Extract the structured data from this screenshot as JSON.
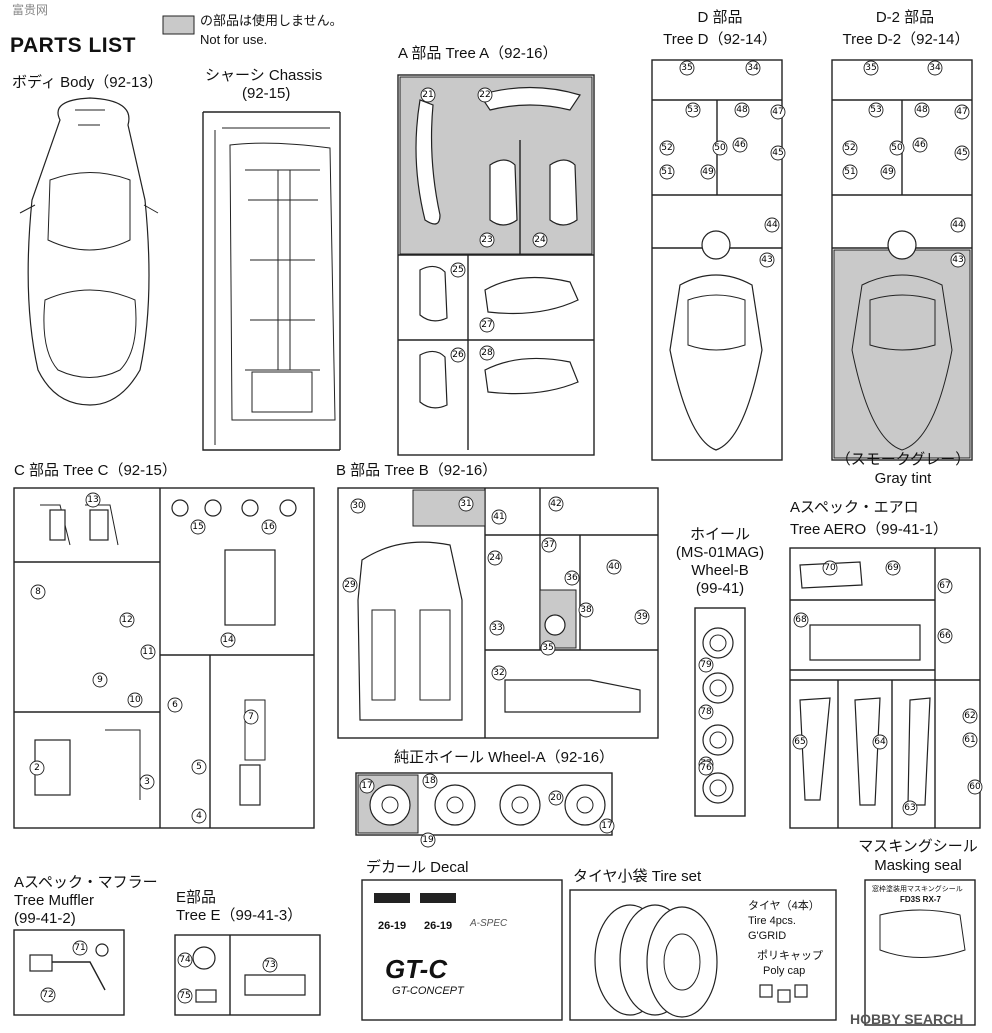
{
  "header": {
    "watermark": "富贵网",
    "parts_list": "PARTS LIST",
    "legend_jp": "の部品は使用しません。",
    "legend_en": "Not for use."
  },
  "sections": {
    "body": "ボディ Body（92-13）",
    "chassis_1": "シャーシ Chassis",
    "chassis_2": "(92-15)",
    "tree_a": "A 部品 Tree A（92-16）",
    "tree_d_1": "D 部品",
    "tree_d_2": "Tree D（92-14）",
    "tree_d2_1": "D-2 部品",
    "tree_d2_2": "Tree D-2（92-14）",
    "smoke_1": "（スモークグレー）",
    "smoke_2": "Gray tint",
    "tree_c": "C 部品 Tree C（92-15）",
    "tree_b": "B 部品 Tree B（92-16）",
    "wheel_b_1": "ホイール",
    "wheel_b_2": "(MS-01MAG)",
    "wheel_b_3": "Wheel-B",
    "wheel_b_4": "(99-41)",
    "aero_1": "Aスペック・エアロ",
    "aero_2": "Tree AERO（99-41-1）",
    "wheel_a": "純正ホイール Wheel-A（92-16）",
    "muffler_1": "Aスペック・マフラー",
    "muffler_2": "Tree Muffler",
    "muffler_3": "(99-41-2)",
    "tree_e_1": "E部品",
    "tree_e_2": "Tree E（99-41-3）",
    "decal": "デカール Decal",
    "tire_set": "タイヤ小袋 Tire set",
    "tire_1": "タイヤ（4本）",
    "tire_2": "Tire 4pcs.",
    "tire_3": "G'GRID",
    "polycap_1": "ポリキャップ",
    "polycap_2": "Poly cap",
    "masking_1": "マスキングシール",
    "masking_2": "Masking seal"
  },
  "decal_text": {
    "plate": "26-19",
    "brand": "GT-C",
    "brand_sub": "GT-CONCEPT",
    "aspec": "A-SPEC"
  },
  "masking_text": {
    "title": "窓枠塗装用マスキングシール",
    "model": "FD3S RX-7"
  },
  "footer": {
    "watermark": "HOBBY SEARCH"
  },
  "part_numbers": {
    "tree_a": [
      "21",
      "22",
      "23",
      "24",
      "25",
      "26",
      "27",
      "28"
    ],
    "tree_d": [
      "35",
      "34",
      "53",
      "48",
      "47",
      "52",
      "50",
      "46",
      "45",
      "51",
      "49",
      "44",
      "43"
    ],
    "tree_c": [
      "13",
      "15",
      "16",
      "8",
      "12",
      "11",
      "14",
      "9",
      "10",
      "6",
      "7",
      "2",
      "3",
      "5",
      "4"
    ],
    "tree_b": [
      "30",
      "31",
      "42",
      "41",
      "29",
      "24",
      "37",
      "36",
      "40",
      "33",
      "38",
      "39",
      "35",
      "32"
    ],
    "wheel_b": [
      "79",
      "78",
      "77",
      "76"
    ],
    "aero": [
      "70",
      "69",
      "67",
      "68",
      "66",
      "65",
      "64",
      "62",
      "61",
      "60",
      "63"
    ],
    "wheel_a": [
      "17",
      "18",
      "20",
      "19",
      "17"
    ],
    "muffler": [
      "71",
      "72"
    ],
    "tree_e": [
      "74",
      "73",
      "75"
    ]
  },
  "colors": {
    "unused_fill": "#c9c9c9",
    "line": "#222222"
  }
}
